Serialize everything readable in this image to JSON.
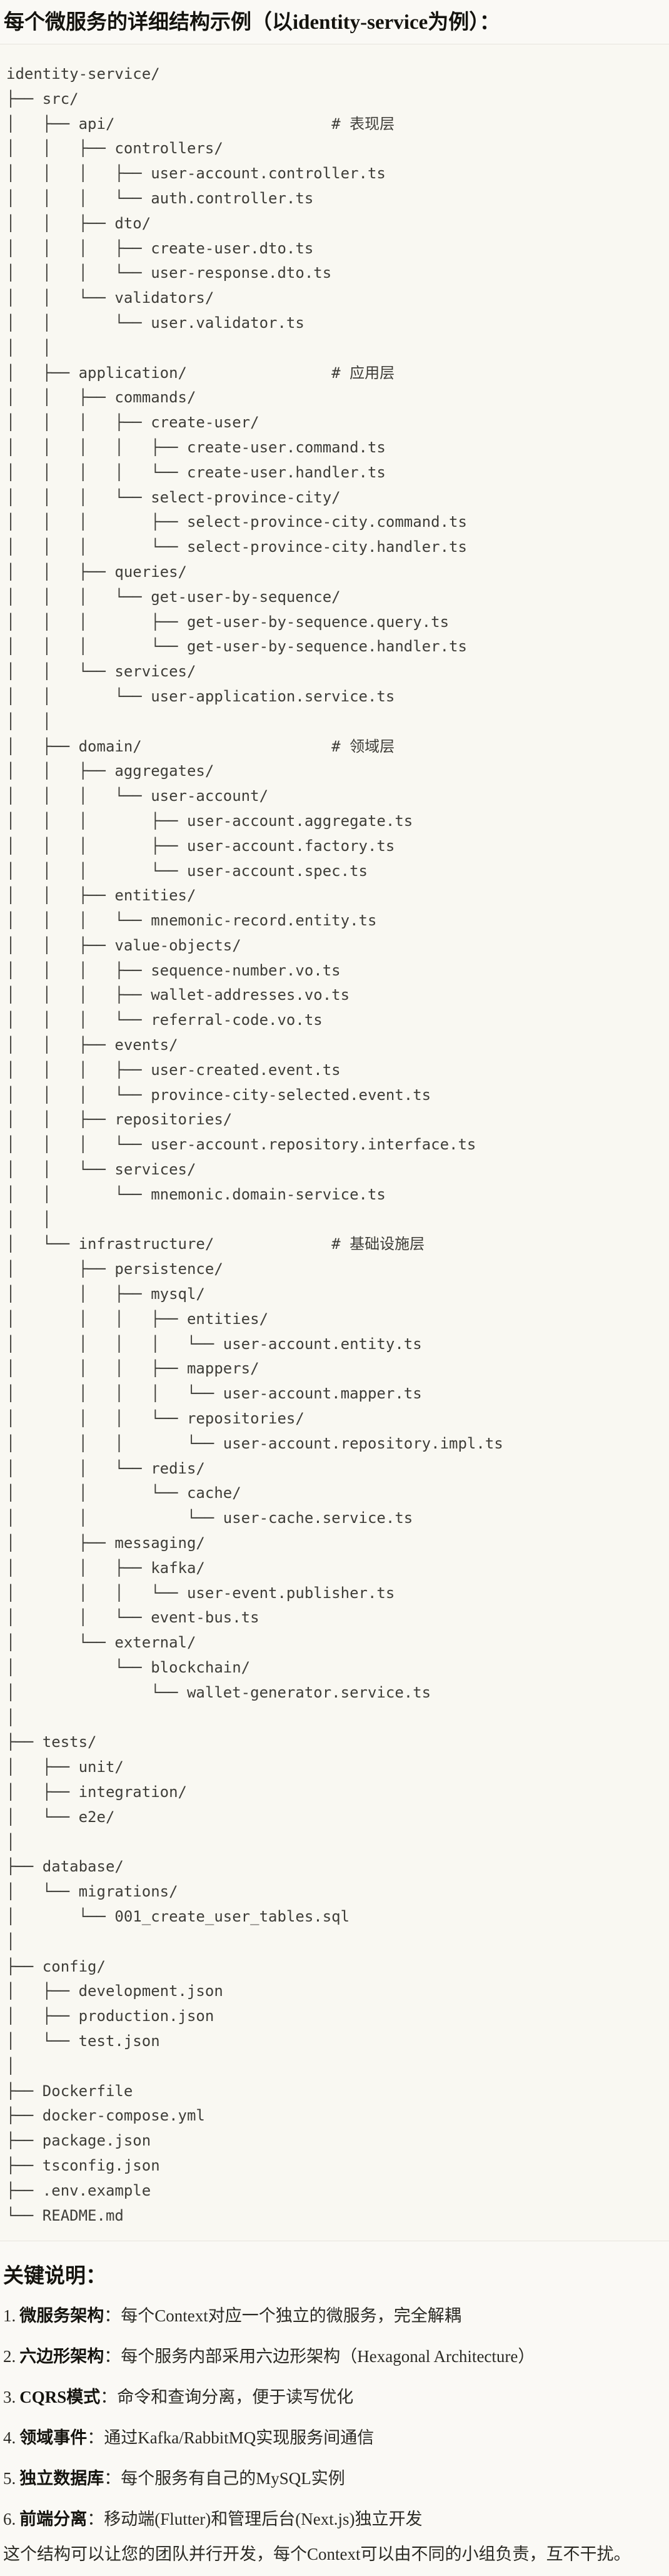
{
  "title": "每个微服务的详细结构示例（以identity-service为例）：",
  "colors": {
    "page_background": "#faf9f5",
    "code_background": "#f9f8f2",
    "divider": "#e7e5de",
    "tree_text": "#3e3d38",
    "heading_text": "#14130e",
    "body_text": "#2b2a24"
  },
  "tree": {
    "lines": [
      "identity-service/",
      "├── src/",
      "│   ├── api/                        # 表现层",
      "│   │   ├── controllers/",
      "│   │   │   ├── user-account.controller.ts",
      "│   │   │   └── auth.controller.ts",
      "│   │   ├── dto/",
      "│   │   │   ├── create-user.dto.ts",
      "│   │   │   └── user-response.dto.ts",
      "│   │   └── validators/",
      "│   │       └── user.validator.ts",
      "│   │",
      "│   ├── application/                # 应用层",
      "│   │   ├── commands/",
      "│   │   │   ├── create-user/",
      "│   │   │   │   ├── create-user.command.ts",
      "│   │   │   │   └── create-user.handler.ts",
      "│   │   │   └── select-province-city/",
      "│   │   │       ├── select-province-city.command.ts",
      "│   │   │       └── select-province-city.handler.ts",
      "│   │   ├── queries/",
      "│   │   │   └── get-user-by-sequence/",
      "│   │   │       ├── get-user-by-sequence.query.ts",
      "│   │   │       └── get-user-by-sequence.handler.ts",
      "│   │   └── services/",
      "│   │       └── user-application.service.ts",
      "│   │",
      "│   ├── domain/                     # 领域层",
      "│   │   ├── aggregates/",
      "│   │   │   └── user-account/",
      "│   │   │       ├── user-account.aggregate.ts",
      "│   │   │       ├── user-account.factory.ts",
      "│   │   │       └── user-account.spec.ts",
      "│   │   ├── entities/",
      "│   │   │   └── mnemonic-record.entity.ts",
      "│   │   ├── value-objects/",
      "│   │   │   ├── sequence-number.vo.ts",
      "│   │   │   ├── wallet-addresses.vo.ts",
      "│   │   │   └── referral-code.vo.ts",
      "│   │   ├── events/",
      "│   │   │   ├── user-created.event.ts",
      "│   │   │   └── province-city-selected.event.ts",
      "│   │   ├── repositories/",
      "│   │   │   └── user-account.repository.interface.ts",
      "│   │   └── services/",
      "│   │       └── mnemonic.domain-service.ts",
      "│   │",
      "│   └── infrastructure/             # 基础设施层",
      "│       ├── persistence/",
      "│       │   ├── mysql/",
      "│       │   │   ├── entities/",
      "│       │   │   │   └── user-account.entity.ts",
      "│       │   │   ├── mappers/",
      "│       │   │   │   └── user-account.mapper.ts",
      "│       │   │   └── repositories/",
      "│       │   │       └── user-account.repository.impl.ts",
      "│       │   └── redis/",
      "│       │       └── cache/",
      "│       │           └── user-cache.service.ts",
      "│       ├── messaging/",
      "│       │   ├── kafka/",
      "│       │   │   └── user-event.publisher.ts",
      "│       │   └── event-bus.ts",
      "│       └── external/",
      "│           └── blockchain/",
      "│               └── wallet-generator.service.ts",
      "│",
      "├── tests/",
      "│   ├── unit/",
      "│   ├── integration/",
      "│   └── e2e/",
      "│",
      "├── database/",
      "│   └── migrations/",
      "│       └── 001_create_user_tables.sql",
      "│",
      "├── config/",
      "│   ├── development.json",
      "│   ├── production.json",
      "│   └── test.json",
      "│",
      "├── Dockerfile",
      "├── docker-compose.yml",
      "├── package.json",
      "├── tsconfig.json",
      "├── .env.example",
      "└── README.md"
    ]
  },
  "notes": {
    "heading": "关键说明：",
    "separator": "：",
    "items": [
      {
        "number": "1.",
        "term": "微服务架构",
        "desc": "每个Context对应一个独立的微服务，完全解耦"
      },
      {
        "number": "2.",
        "term": "六边形架构",
        "desc": "每个服务内部采用六边形架构（Hexagonal Architecture）"
      },
      {
        "number": "3.",
        "term": "CQRS模式",
        "desc": "命令和查询分离，便于读写优化"
      },
      {
        "number": "4.",
        "term": "领域事件",
        "desc": "通过Kafka/RabbitMQ实现服务间通信"
      },
      {
        "number": "5.",
        "term": "独立数据库",
        "desc": "每个服务有自己的MySQL实例"
      },
      {
        "number": "6.",
        "term": "前端分离",
        "desc": "移动端(Flutter)和管理后台(Next.js)独立开发"
      }
    ],
    "footer": "这个结构可以让您的团队并行开发，每个Context可以由不同的小组负责，互不干扰。"
  }
}
